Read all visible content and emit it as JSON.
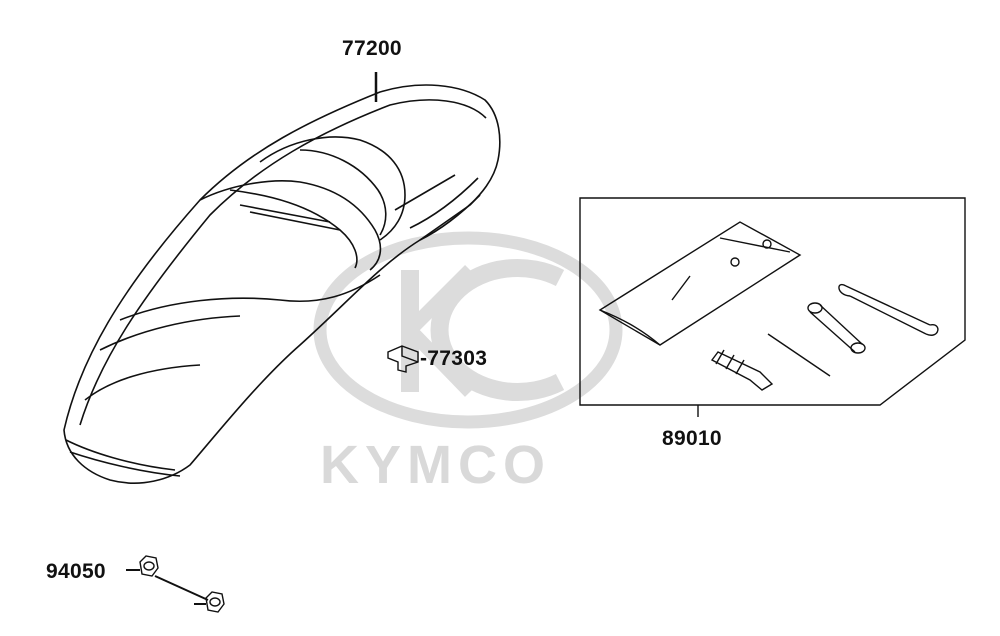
{
  "watermark": {
    "brand_text": "KYMCO",
    "color": "#d9d9d9"
  },
  "parts": {
    "seat": {
      "number": "77200"
    },
    "clip": {
      "number": "-77303"
    },
    "tool_kit": {
      "number": "89010"
    },
    "nut": {
      "number": "94050"
    }
  },
  "colors": {
    "line": "#111111",
    "background": "#ffffff"
  }
}
